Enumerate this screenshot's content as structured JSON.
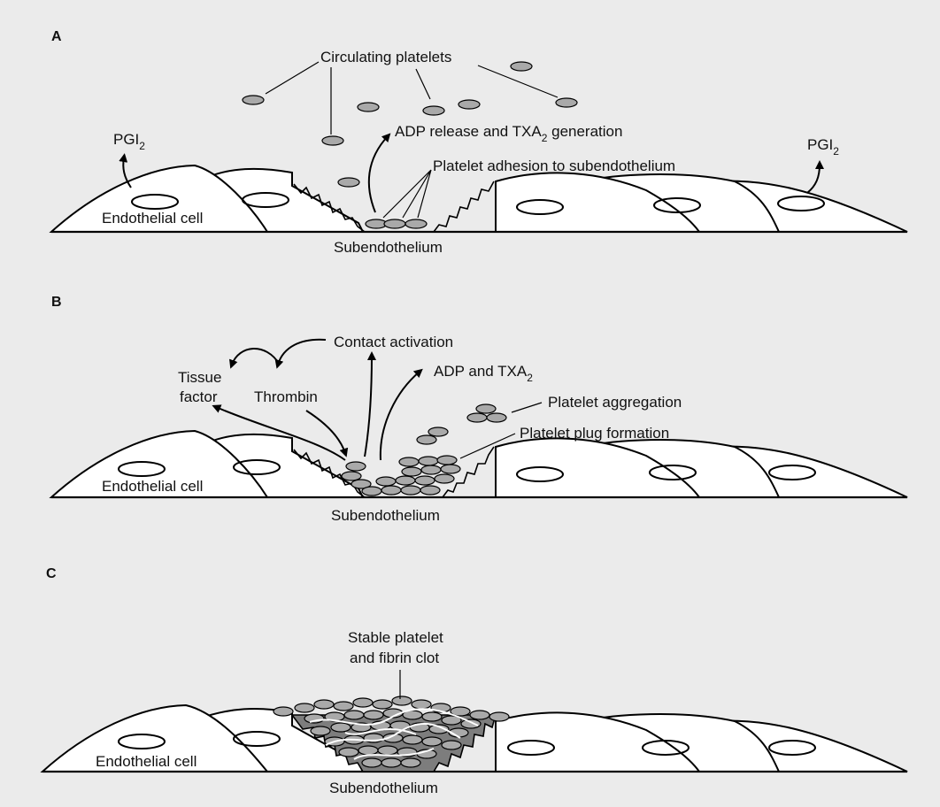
{
  "panels": [
    {
      "letter": "A",
      "labels": {
        "circulating": "Circulating platelets",
        "pgi_left": "PGI",
        "pgi_left_sub": "2",
        "pgi_right": "PGI",
        "pgi_right_sub": "2",
        "adp_main": "ADP release and TXA",
        "adp_sub": "2",
        "adp_tail": " generation",
        "adhesion": "Platelet adhesion to subendothelium",
        "endothelial": "Endothelial cell",
        "subendothelium": "Subendothelium"
      }
    },
    {
      "letter": "B",
      "labels": {
        "contact": "Contact activation",
        "tissue1": "Tissue",
        "tissue2": "factor",
        "thrombin": "Thrombin",
        "adp_main": "ADP and TXA",
        "adp_sub": "2",
        "aggregation": "Platelet aggregation",
        "plug": "Platelet plug formation",
        "endothelial": "Endothelial cell",
        "subendothelium": "Subendothelium"
      }
    },
    {
      "letter": "C",
      "labels": {
        "stable1": "Stable platelet",
        "stable2": "and fibrin clot",
        "endothelial": "Endothelial cell",
        "subendothelium": "Subendothelium"
      }
    }
  ]
}
